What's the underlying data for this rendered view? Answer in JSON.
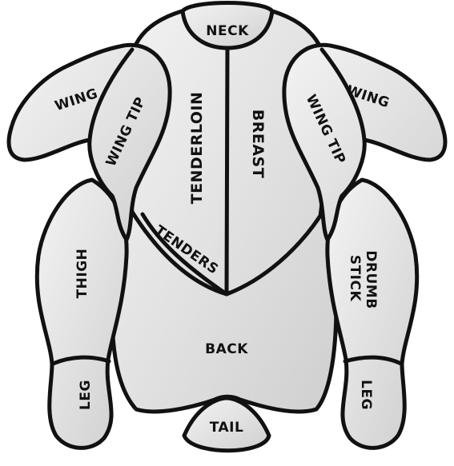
{
  "labels": {
    "neck": "NECK",
    "wing_left": "WING",
    "wing_right": "WING",
    "wing_tip_left": "WING TIP",
    "wing_tip_right": "WING TIP",
    "tenderloin": "TENDERLOIN",
    "breast": "BREAST",
    "tenders": "TENDERS",
    "thigh": "THIGH",
    "drumstick_line1": "DRUMB",
    "drumstick_line2": "STICK",
    "back": "BACK",
    "leg_left": "LEG",
    "leg_right": "LEG",
    "tail": "TAIL"
  },
  "colors": {
    "outline": "#111111",
    "fill_light": "#f3f3f3",
    "fill_dark": "#cfcfcf",
    "text": "#111111"
  }
}
